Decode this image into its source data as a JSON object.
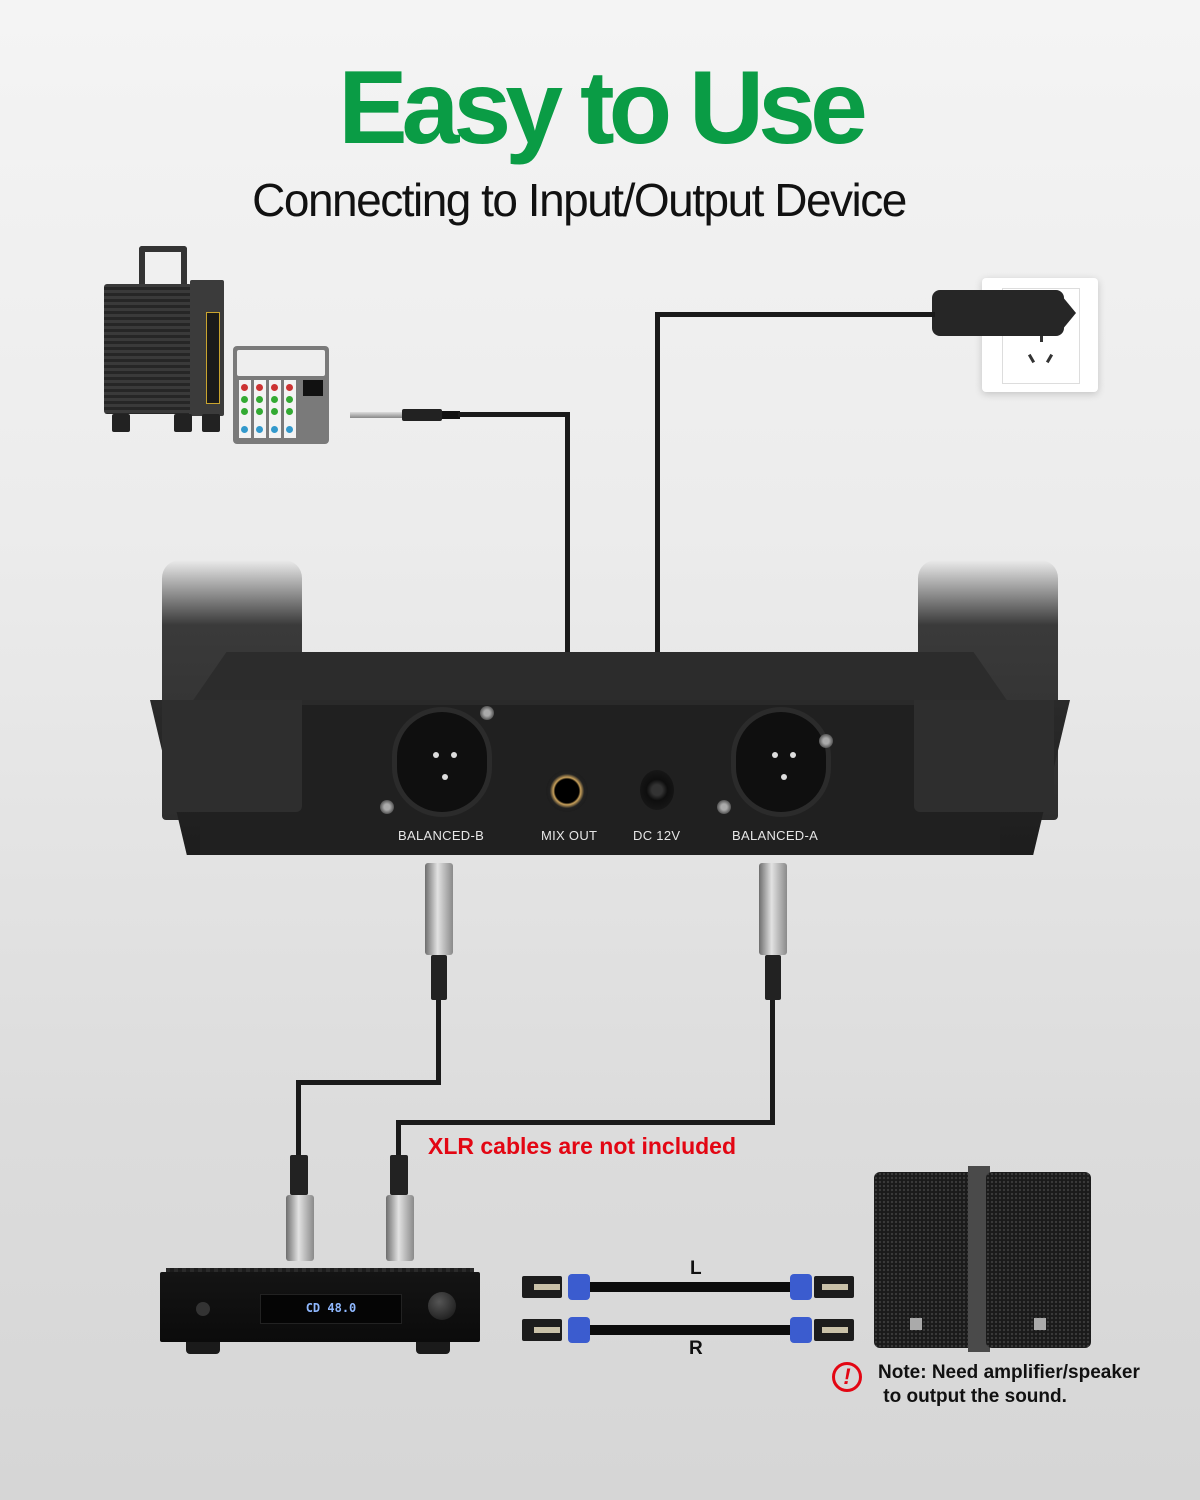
{
  "header": {
    "title": "Easy to Use",
    "subtitle": "Connecting to Input/Output Device"
  },
  "colors": {
    "title_green": "#0a9c45",
    "warning_red": "#e30613",
    "speakon_blue": "#3b5ccf"
  },
  "input_devices": {
    "items": [
      {
        "name": "trolley-speaker",
        "icon": "speaker-icon"
      },
      {
        "name": "audio-mixer",
        "icon": "mixer-icon"
      }
    ],
    "cable": "6.35mm jack cable"
  },
  "power": {
    "adapter": "power-adapter",
    "outlet": "wall-outlet"
  },
  "receiver": {
    "ports": [
      {
        "id": "balanced-b",
        "label": "BALANCED-B"
      },
      {
        "id": "mix-out",
        "label": "MIX OUT"
      },
      {
        "id": "dc-12v",
        "label": "DC 12V"
      },
      {
        "id": "balanced-a",
        "label": "BALANCED-A"
      }
    ]
  },
  "xlr_notice": "XLR cables are not included",
  "amplifier": {
    "display": "CD  48.0"
  },
  "speaker_cables": {
    "left_label": "L",
    "right_label": "R"
  },
  "note": {
    "line1": "Note: Need amplifier/speaker",
    "line2": " to output the sound.",
    "icon": "!"
  }
}
